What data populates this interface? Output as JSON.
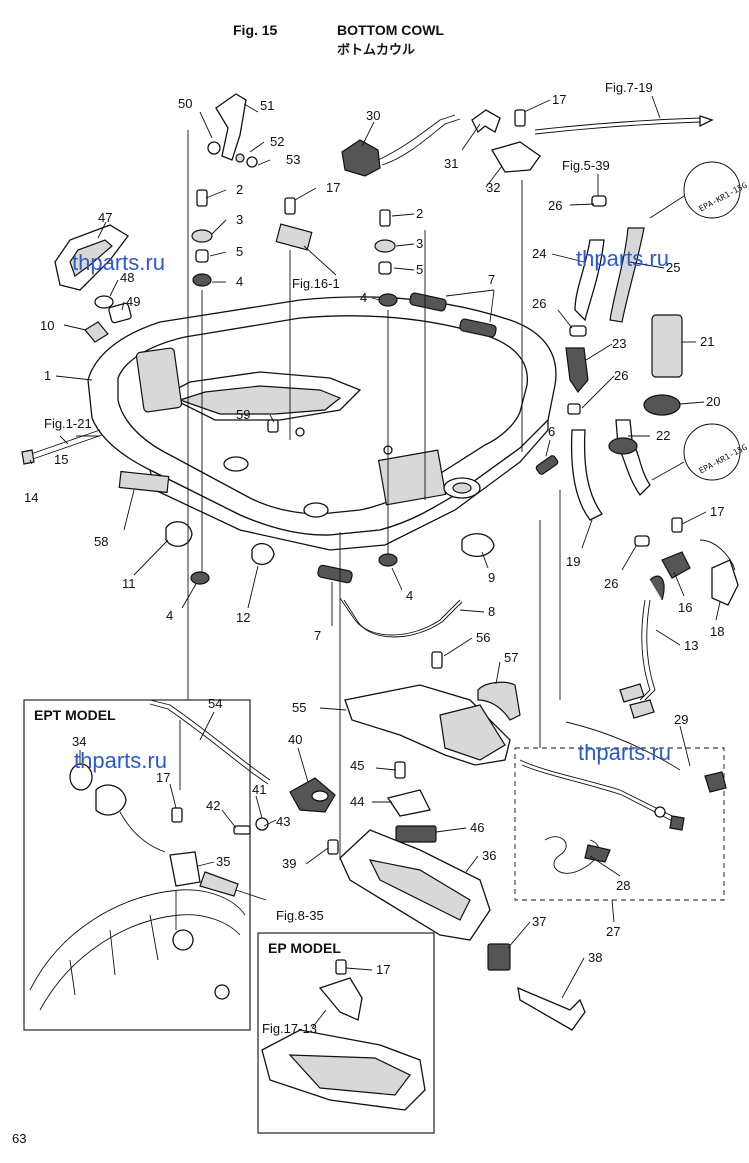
{
  "header": {
    "fig_number": "Fig. 15",
    "title_en": "BOTTOM COWL",
    "title_jp": "ボトムカウル"
  },
  "page_number": "63",
  "watermark": "thparts.ru",
  "boxes": {
    "ept_title": "EPT MODEL",
    "ep_title": "EP MODEL"
  },
  "decals": {
    "label_a": "EPA-KR1-15G",
    "label_b": "EPA-KR1-15G"
  },
  "references": {
    "fig_7_19": "Fig.7-19",
    "fig_5_39": "Fig.5-39",
    "fig_16_1": "Fig.16-1",
    "fig_1_21": "Fig.1-21",
    "fig_8_35": "Fig.8-35",
    "fig_17_13": "Fig.17-13"
  },
  "callouts": [
    "50",
    "51",
    "52",
    "53",
    "30",
    "31",
    "17",
    "32",
    "2",
    "3",
    "5",
    "4",
    "17",
    "2",
    "3",
    "5",
    "4",
    "47",
    "48",
    "49",
    "10",
    "1",
    "59",
    "26",
    "24",
    "25",
    "26",
    "23",
    "21",
    "20",
    "26",
    "22",
    "15",
    "14",
    "58",
    "11",
    "4",
    "12",
    "7",
    "7",
    "6",
    "9",
    "4",
    "8",
    "19",
    "26",
    "17",
    "16",
    "18",
    "13",
    "56",
    "57",
    "55",
    "29",
    "28",
    "27",
    "54",
    "34",
    "17",
    "40",
    "41",
    "42",
    "43",
    "39",
    "45",
    "44",
    "46",
    "35",
    "36",
    "37",
    "38",
    "17"
  ]
}
